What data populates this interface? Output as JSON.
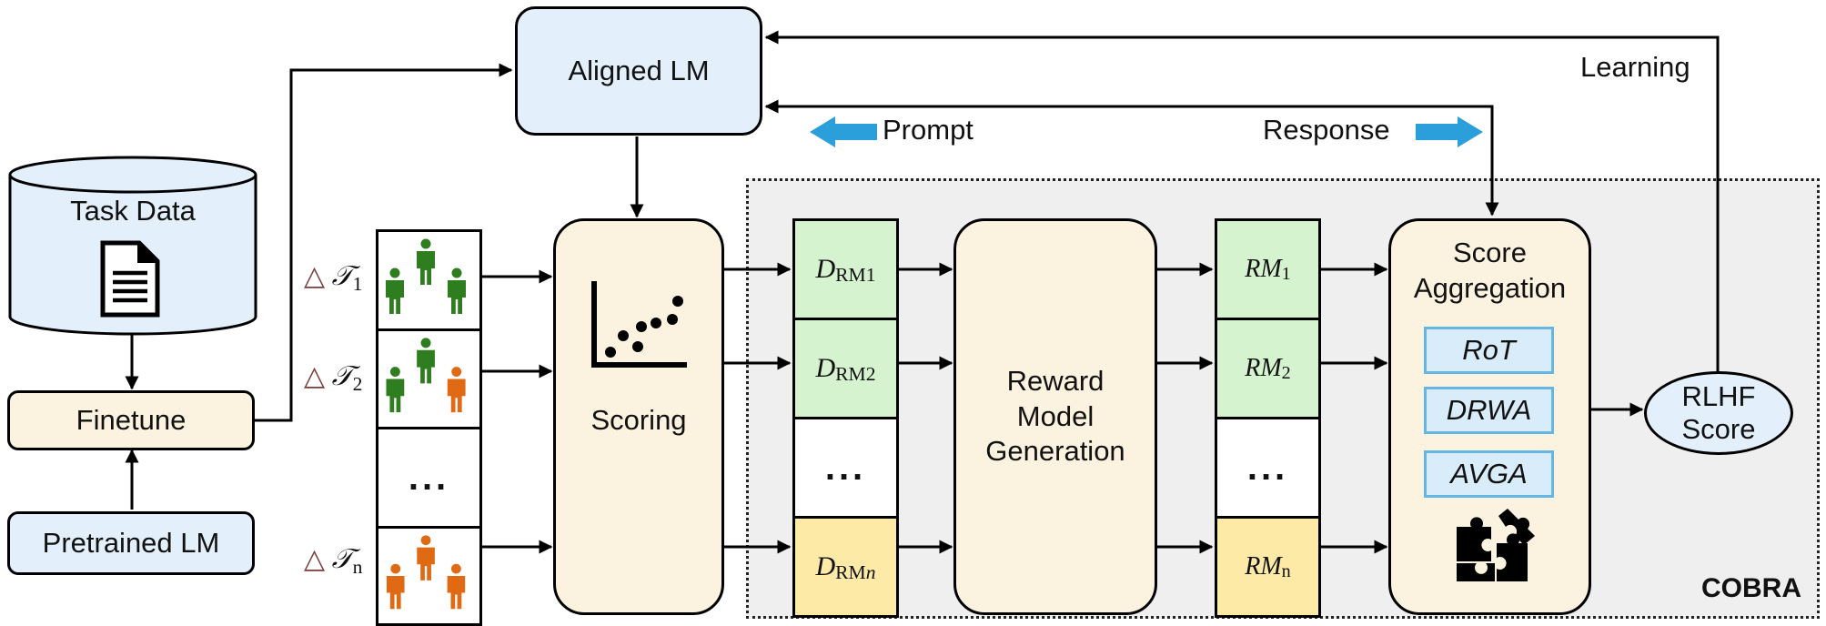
{
  "aligned_lm": {
    "label": "Aligned LM"
  },
  "task_data": {
    "label": "Task Data",
    "icon": "document-icon"
  },
  "finetune": {
    "label": "Finetune"
  },
  "pretrained_lm": {
    "label": "Pretrained LM"
  },
  "tasks": [
    {
      "symbol": "△",
      "name": "𝒯",
      "subscript": "1",
      "people_colors": [
        "#2e7d1e",
        "#2e7d1e",
        "#2e7d1e"
      ]
    },
    {
      "symbol": "△",
      "name": "𝒯",
      "subscript": "2",
      "people_colors": [
        "#2e7d1e",
        "#2e7d1e",
        "#e06a14"
      ]
    },
    {
      "ellipsis": "..."
    },
    {
      "symbol": "△",
      "name": "𝒯",
      "subscript": "n",
      "people_colors": [
        "#e06a14",
        "#e06a14",
        "#e06a14"
      ]
    }
  ],
  "scoring": {
    "label": "Scoring",
    "icon": "scatter-plot-icon"
  },
  "datasets": [
    {
      "name": "D",
      "subscript": "RM1"
    },
    {
      "name": "D",
      "subscript": "RM2"
    },
    {
      "ellipsis": "..."
    },
    {
      "name": "D",
      "subscript": "RM",
      "subscript_italic": "n"
    }
  ],
  "reward_model_generation": {
    "line1": "Reward",
    "line2": "Model",
    "line3": "Generation"
  },
  "reward_models": [
    {
      "name": "RM",
      "subscript": "1"
    },
    {
      "name": "RM",
      "subscript": "2"
    },
    {
      "ellipsis": "..."
    },
    {
      "name": "RM",
      "subscript": "n"
    }
  ],
  "score_aggregation": {
    "line1": "Score",
    "line2": "Aggregation",
    "methods": [
      "RoT",
      "DRWA",
      "AVGA"
    ],
    "icon": "puzzle-icon"
  },
  "rlhf_score": {
    "line1": "RLHF",
    "line2": "Score"
  },
  "flow_labels": {
    "prompt": "Prompt",
    "response": "Response",
    "learning": "Learning"
  },
  "region_label": "COBRA",
  "colors": {
    "blue_box": "#e3f0fb",
    "cream_box": "#fcf2e0",
    "green_cell": "#d6f3cf",
    "yellow_cell": "#fdeaa6",
    "method_border": "#66b6e4",
    "arrow_blue": "#2b9fd9",
    "person_green": "#2e7d1e",
    "person_orange": "#e06a14"
  }
}
